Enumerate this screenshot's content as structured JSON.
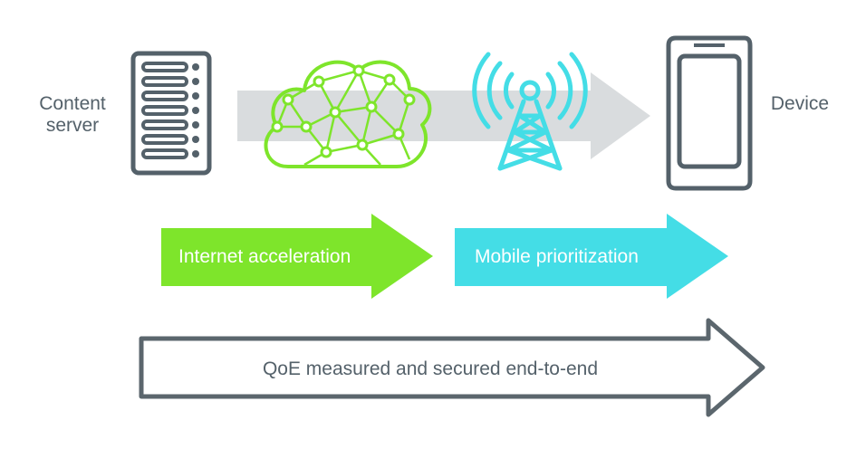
{
  "labels": {
    "content_server": "Content\nserver",
    "device": "Device"
  },
  "arrows": {
    "internet_acceleration": "Internet acceleration",
    "mobile_prioritization": "Mobile prioritization",
    "qoe": "QoE measured and secured end-to-end"
  },
  "colors": {
    "green": "#7ee52b",
    "cyan": "#44dde6",
    "gray_icon": "#54616a",
    "gray_arrow": "#d9dcde",
    "outline": "#5b666d"
  },
  "icons": [
    "server-icon",
    "cloud-network-icon",
    "cell-tower-icon",
    "smartphone-icon"
  ]
}
